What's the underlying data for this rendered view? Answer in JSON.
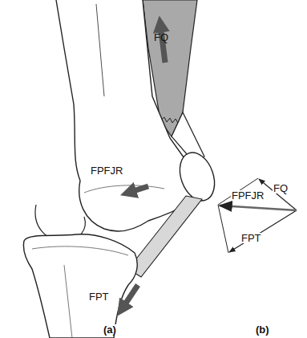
{
  "diagram": {
    "labels": [
      "FQ",
      "FPFJR",
      "FPT",
      "FQ",
      "FPFJR",
      "FPT",
      "(a)",
      "(b)"
    ]
  }
}
